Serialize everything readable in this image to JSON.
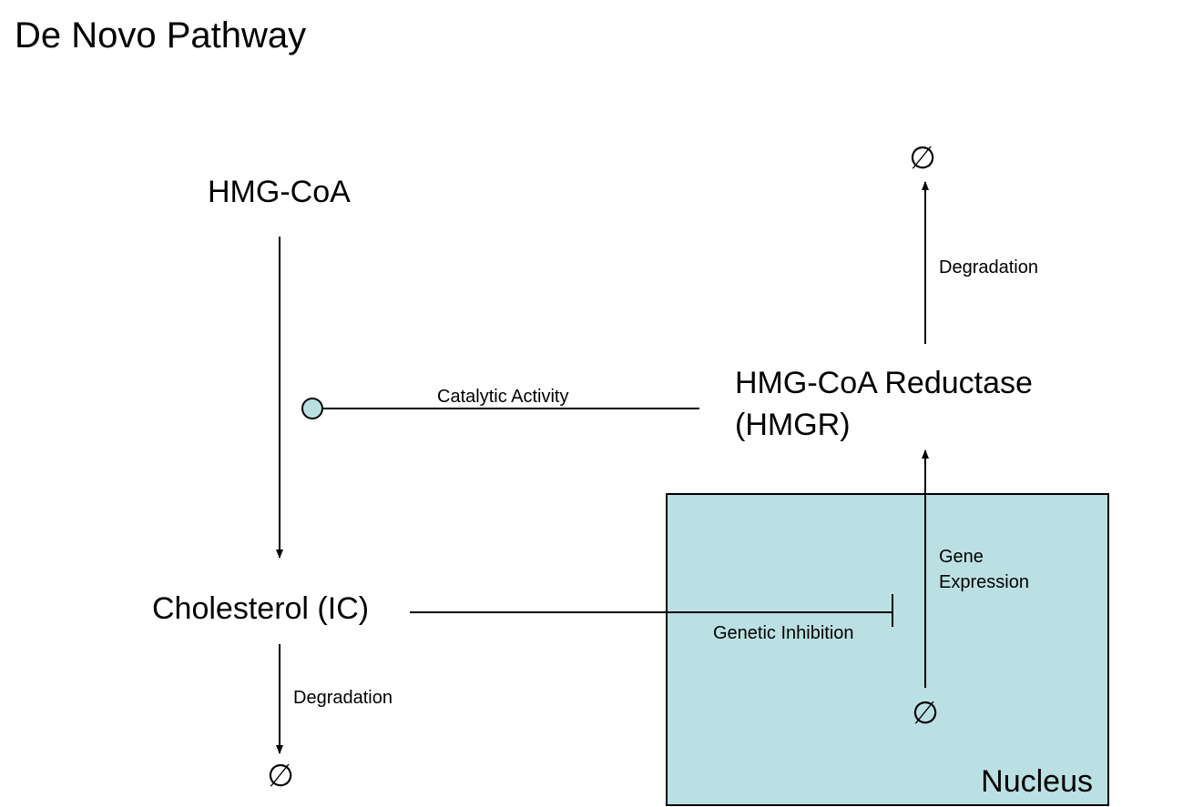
{
  "title": "De Novo Pathway",
  "nodes": {
    "hmg_coa": "HMG-CoA",
    "cholesterol": "Cholesterol (IC)",
    "hmgr_line1": "HMG-CoA Reductase",
    "hmgr_line2": "(HMGR)",
    "null_symbol": "∅"
  },
  "edges": {
    "catalytic_activity": "Catalytic Activity",
    "degradation_cholesterol": "Degradation",
    "degradation_hmgr": "Degradation",
    "gene_expression_line1": "Gene",
    "gene_expression_line2": "Expression",
    "genetic_inhibition": "Genetic Inhibition"
  },
  "compartment": {
    "label": "Nucleus",
    "fill": "#BBE0E3"
  }
}
